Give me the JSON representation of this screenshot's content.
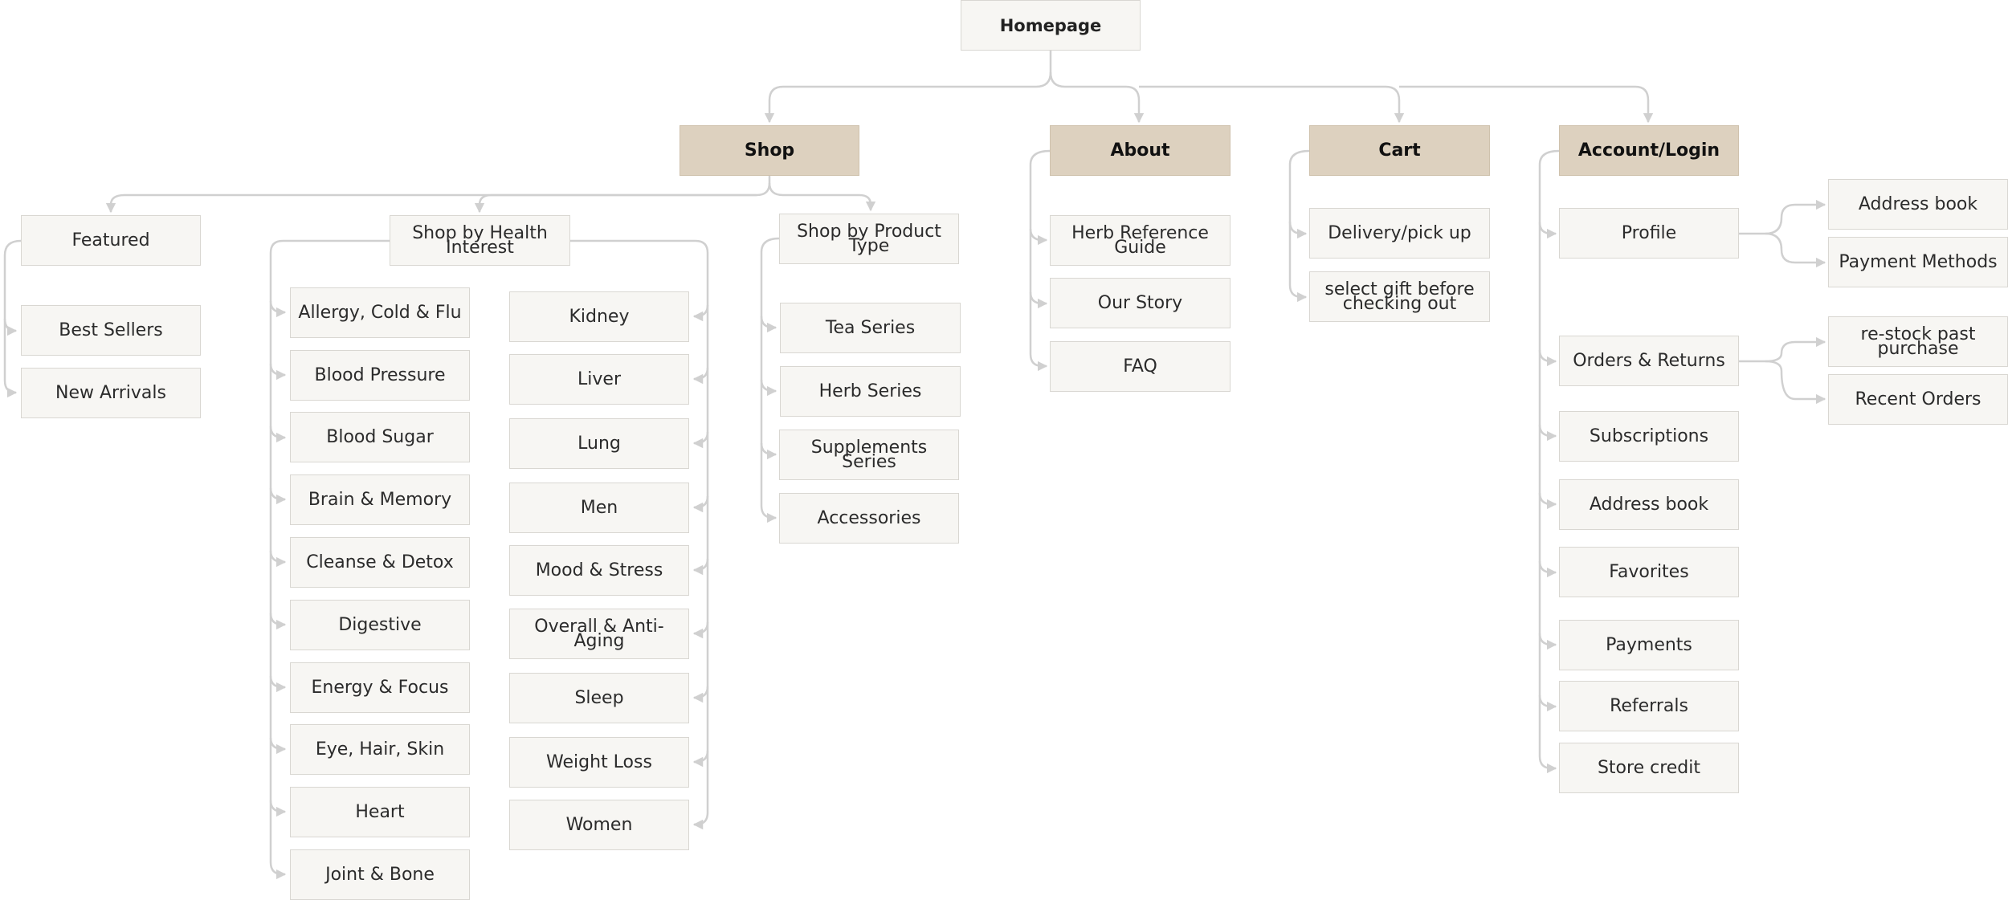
{
  "root": "Homepage",
  "sections": {
    "shop": "Shop",
    "about": "About",
    "cart": "Cart",
    "account": "Account/Login"
  },
  "shop": {
    "featured": "Featured",
    "featured_children": [
      "Best Sellers",
      "New Arrivals"
    ],
    "by_health": "Shop by Health Interest",
    "health_left": [
      "Allergy, Cold & Flu",
      "Blood Pressure",
      "Blood Sugar",
      "Brain & Memory",
      "Cleanse & Detox",
      "Digestive",
      "Energy & Focus",
      "Eye, Hair, Skin",
      "Heart",
      "Joint & Bone"
    ],
    "health_right": [
      "Kidney",
      "Liver",
      "Lung",
      "Men",
      "Mood & Stress",
      "Overall & Anti-Aging",
      "Sleep",
      "Weight Loss",
      "Women"
    ],
    "by_type": "Shop by Product Type",
    "type_children": [
      "Tea Series",
      "Herb Series",
      "Supplements Series",
      "Accessories"
    ]
  },
  "about": {
    "children": [
      "Herb Reference Guide",
      "Our Story",
      "FAQ"
    ]
  },
  "cart": {
    "children": [
      "Delivery/pick up",
      "select gift before checking out"
    ]
  },
  "account": {
    "children": [
      "Profile",
      "Orders & Returns",
      "Subscriptions",
      "Address book",
      "Favorites",
      "Payments",
      "Referrals",
      "Store credit"
    ],
    "profile_children": [
      "Address book",
      "Payment Methods"
    ],
    "orders_children": [
      "re-stock past purchase",
      "Recent Orders"
    ]
  },
  "colors": {
    "node_fill": "#f7f6f3",
    "section_fill": "#ddd1bf",
    "connector": "#d0d0d0"
  }
}
